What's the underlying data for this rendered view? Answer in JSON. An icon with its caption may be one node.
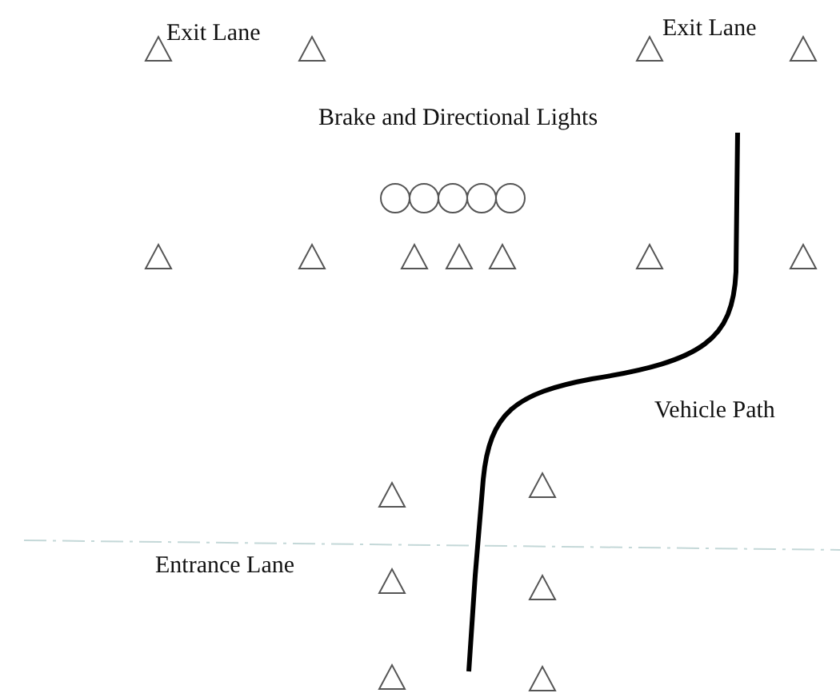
{
  "diagram": {
    "labels": [
      "Exit Lane",
      "Exit Lane",
      "Brake and Directional Lights",
      "Vehicle Path",
      "Entrance Lane"
    ]
  }
}
